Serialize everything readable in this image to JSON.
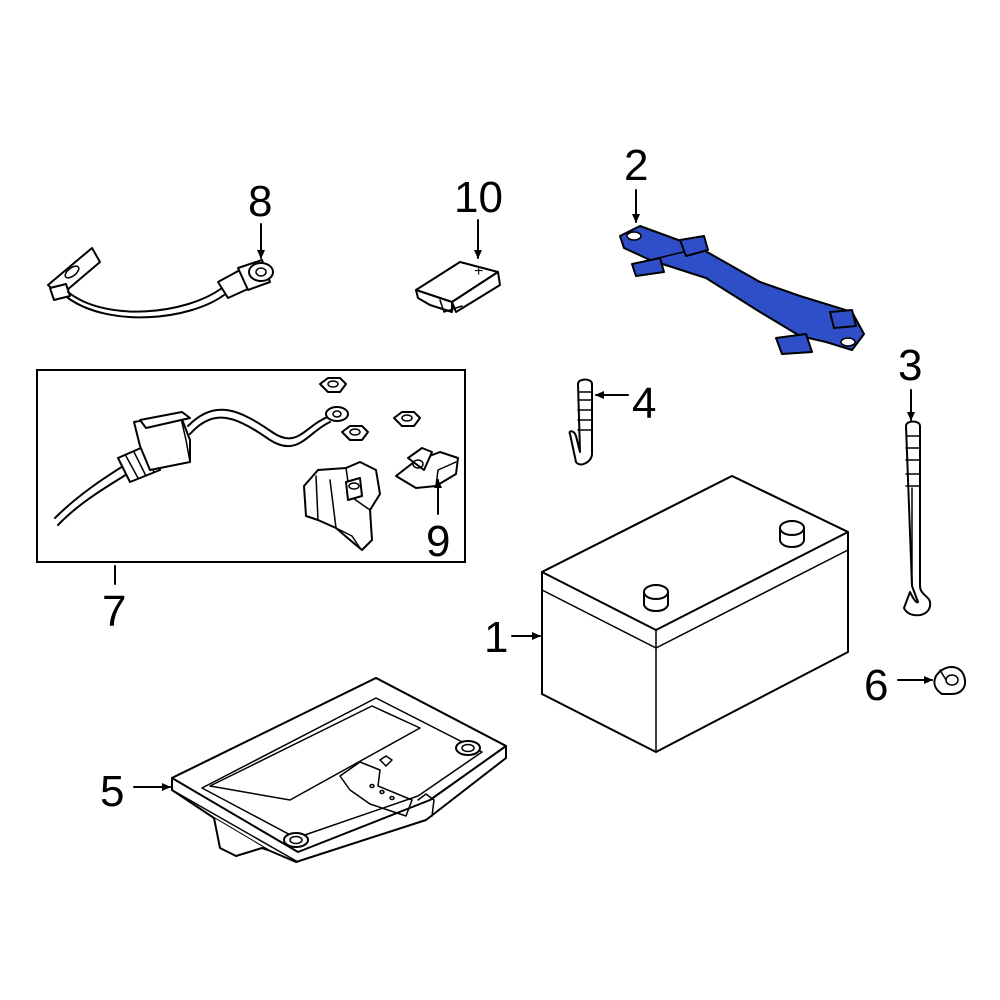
{
  "diagram": {
    "highlight_color": "#2f4fc9",
    "line_color": "#000000",
    "background": "#ffffff",
    "terminal_sign": "+",
    "callouts": [
      {
        "id": "1",
        "text": "1",
        "part": "battery"
      },
      {
        "id": "2",
        "text": "2",
        "part": "hold-down-bracket",
        "highlighted": true
      },
      {
        "id": "3",
        "text": "3",
        "part": "hold-down-rod-long"
      },
      {
        "id": "4",
        "text": "4",
        "part": "hold-down-rod-short"
      },
      {
        "id": "5",
        "text": "5",
        "part": "battery-tray"
      },
      {
        "id": "6",
        "text": "6",
        "part": "clip"
      },
      {
        "id": "7",
        "text": "7",
        "part": "cable-kit-box"
      },
      {
        "id": "8",
        "text": "8",
        "part": "ground-cable"
      },
      {
        "id": "9",
        "text": "9",
        "part": "terminal-clamp"
      },
      {
        "id": "10",
        "text": "10",
        "part": "terminal-cover"
      }
    ]
  }
}
